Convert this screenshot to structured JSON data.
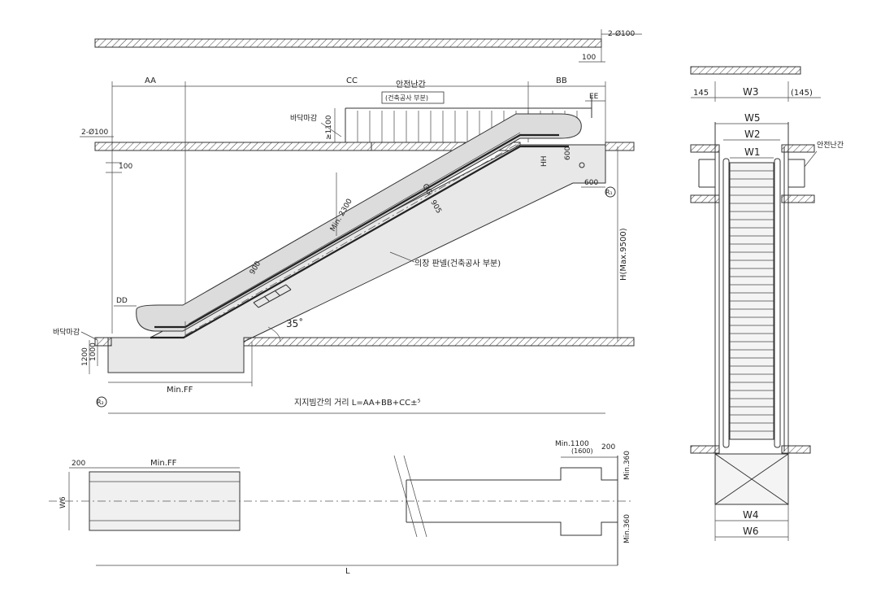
{
  "labels": {
    "aa": "AA",
    "cc": "CC",
    "bb": "BB",
    "ee": "EE",
    "dd": "DD",
    "gg": "GG",
    "hh": "HH",
    "safety_rail": "안전난간",
    "safety_rail_note": "(건축공사 부분)",
    "floor_finish_top": "바닥마감",
    "floor_finish_bottom": "바닥마감",
    "ge1100": "≥1100",
    "two_phi100_top": "2-Ø100",
    "two_phi100_left": "2-Ø100",
    "hundred_top": "100",
    "hundred_left": "100",
    "min2300": "Min. 2300",
    "n900": "900",
    "n600_vert": "600",
    "n600": "600",
    "r1": "R₁",
    "r2": "R₂",
    "h_max": "H(Max.9500)",
    "decor_panel": "의장 판넬(건축공사 부분)",
    "angle": "35˚",
    "n1200": "1200",
    "n1000": "1000",
    "min_ff": "Min.FF",
    "support_distance": "지지빔간의 거리 L=AA+BB+CC±⁵",
    "plan_200": "200",
    "plan_min_ff": "Min.FF",
    "w6_plan": "W6",
    "min1100": "Min.1100",
    "n1600": "(1600)",
    "n200_right": "200",
    "min360_top": "Min.360",
    "min360_bottom": "Min.360",
    "l_label": "L",
    "w145": "145",
    "w3": "W3",
    "w145p": "(145)",
    "w5": "W5",
    "w2": "W2",
    "w1": "W1",
    "safety_rail_right": "안전난간",
    "w4": "W4",
    "w6": "W6"
  }
}
